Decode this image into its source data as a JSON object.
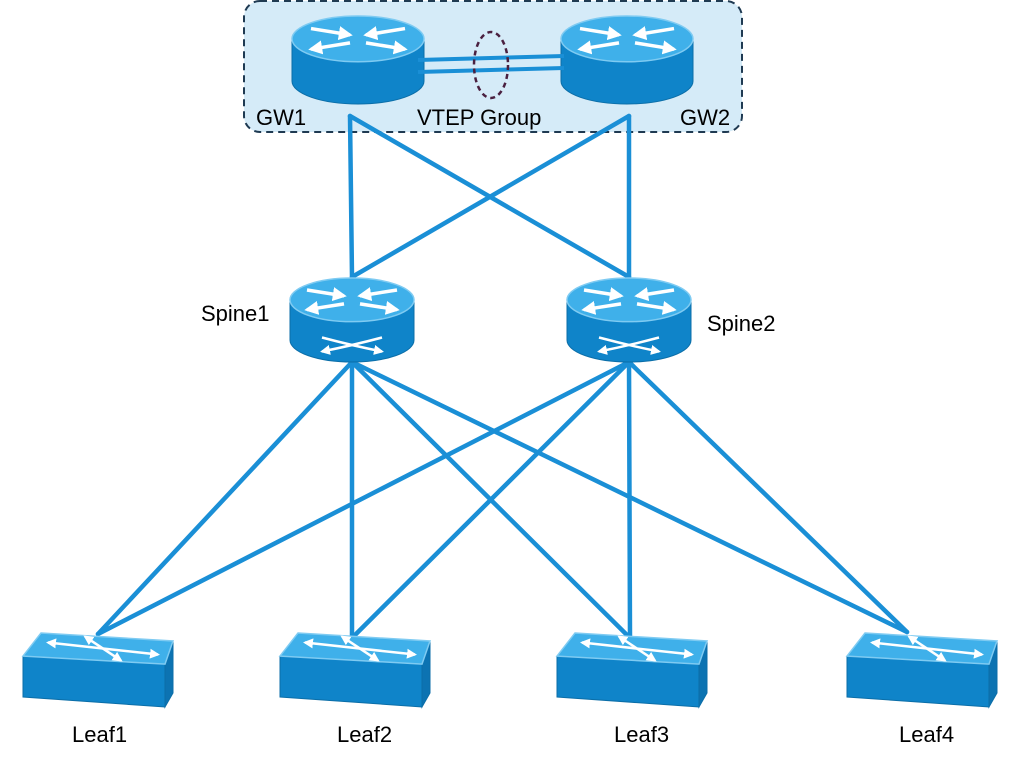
{
  "diagram": {
    "colors": {
      "link": "#1a8fd6",
      "device_top": "#3fb0ea",
      "device_side": "#0f84c9",
      "device_edge": "#0b6ea8",
      "group_fill": "#d5ebf8",
      "group_border": "#1f3a52",
      "vtep_ellipse": "#4a2040",
      "label": "#000000"
    },
    "group": {
      "label": "VTEP Group"
    },
    "gateways": [
      {
        "id": "gw1",
        "label": "GW1",
        "icon": "router-icon"
      },
      {
        "id": "gw2",
        "label": "GW2",
        "icon": "router-icon"
      }
    ],
    "spines": [
      {
        "id": "spine1",
        "label": "Spine1",
        "icon": "router-switch-icon"
      },
      {
        "id": "spine2",
        "label": "Spine2",
        "icon": "router-switch-icon"
      }
    ],
    "leaves": [
      {
        "id": "leaf1",
        "label": "Leaf1",
        "icon": "switch-icon"
      },
      {
        "id": "leaf2",
        "label": "Leaf2",
        "icon": "switch-icon"
      },
      {
        "id": "leaf3",
        "label": "Leaf3",
        "icon": "switch-icon"
      },
      {
        "id": "leaf4",
        "label": "Leaf4",
        "icon": "switch-icon"
      }
    ],
    "links": [
      [
        "gw1",
        "spine1"
      ],
      [
        "gw1",
        "spine2"
      ],
      [
        "gw2",
        "spine1"
      ],
      [
        "gw2",
        "spine2"
      ],
      [
        "spine1",
        "leaf1"
      ],
      [
        "spine1",
        "leaf2"
      ],
      [
        "spine1",
        "leaf3"
      ],
      [
        "spine1",
        "leaf4"
      ],
      [
        "spine2",
        "leaf1"
      ],
      [
        "spine2",
        "leaf2"
      ],
      [
        "spine2",
        "leaf3"
      ],
      [
        "spine2",
        "leaf4"
      ]
    ],
    "peer_links": [
      [
        "gw1",
        "gw2"
      ]
    ]
  }
}
